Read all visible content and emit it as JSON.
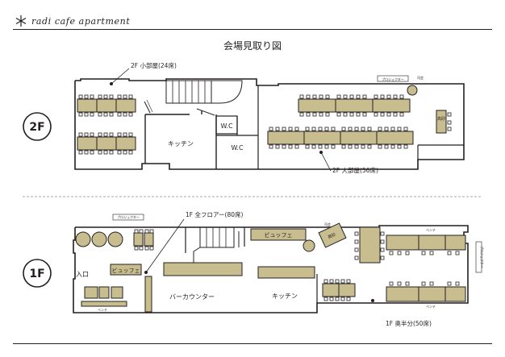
{
  "brand": {
    "name": "radi cafe apartment",
    "logo_icon": "snowflake-logo-icon"
  },
  "page_title": "会場見取り図",
  "floor2": {
    "badge": "2F",
    "small_room_label": "2F 小部屋(24席)",
    "large_room_label": "2F 大部屋(56席)",
    "kitchen": "キッチン",
    "wc_upper": "W.C",
    "wc_lower": "W.C",
    "projector": "プロジェクター",
    "podium": "司会",
    "head_table": "高砂"
  },
  "floor1": {
    "badge": "1F",
    "full_floor_label": "1F 全フロアー(80席)",
    "back_half_label": "1F 奥半分(50席)",
    "entrance": "入口",
    "buffet_left": "ビュッフェ",
    "buffet_top": "ビュッフェ",
    "bar_counter": "バーカウンター",
    "kitchen": "キッチン",
    "projector": "プロジェクター",
    "projector_right": "プロジェクター",
    "podium": "司会",
    "head_table": "高砂",
    "bench_bottom_left": "ベンチ",
    "bench_top_right": "ベンチ",
    "bench_bottom_right": "ベンチ"
  },
  "colors": {
    "table": "#c8bd8e",
    "ink": "#231f20",
    "divider": "#aaaaaa"
  }
}
